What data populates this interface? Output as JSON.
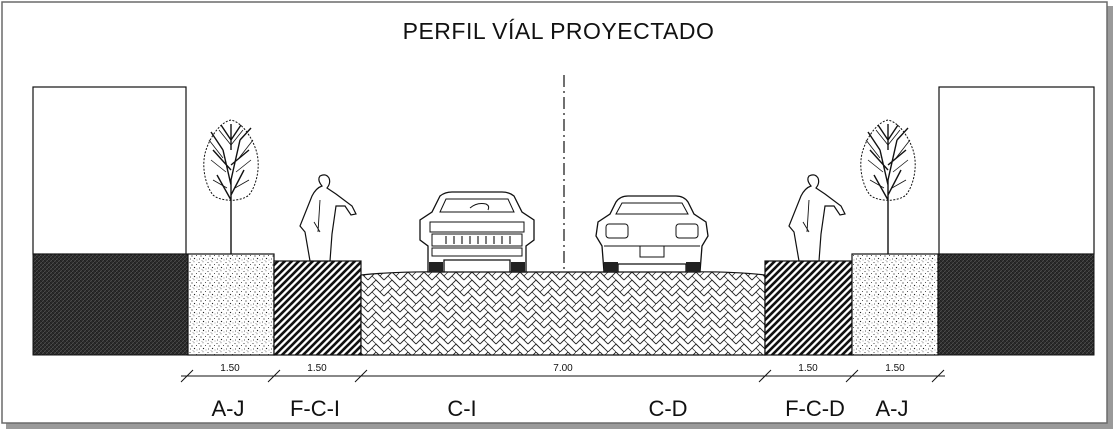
{
  "title": "PERFIL VÍAL PROYECTADO",
  "dimensions": {
    "left_aj": "1.50",
    "left_fci": "1.50",
    "road": "7.00",
    "right_fcd": "1.50",
    "right_aj": "1.50"
  },
  "labels": {
    "left_aj": "A-J",
    "left_fci": "F-C-I",
    "ci": "C-I",
    "cd": "C-D",
    "right_fcd": "F-C-D",
    "right_aj": "A-J"
  },
  "icons": [
    "building-icon",
    "tree-icon",
    "pedestrian-icon",
    "car-front-icon",
    "car-rear-icon"
  ]
}
